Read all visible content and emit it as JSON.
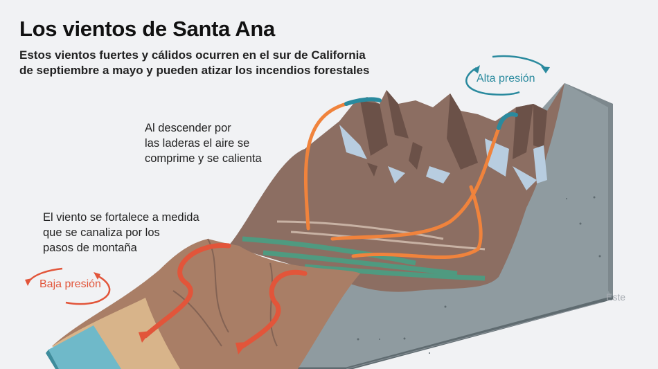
{
  "header": {
    "title": "Los vientos de Santa Ana",
    "subtitle_line1": "Estos vientos fuertes y cálidos ocurren en el sur de California",
    "subtitle_line2": "de septiembre a mayo y pueden atizar los incendios forestales"
  },
  "annotations": {
    "descent": {
      "line1": "Al descender por",
      "line2": "las laderas el aire se",
      "line3": "comprime y se calienta"
    },
    "canalize": {
      "line1": "El viento se fortalece a medida",
      "line2": "que se canaliza por los",
      "line3": "pasos de montaña"
    }
  },
  "pressure": {
    "high": {
      "label": "Alta presión",
      "color": "#2a8a9e"
    },
    "low": {
      "label": "Baja presión",
      "color": "#e2553a"
    }
  },
  "direction": {
    "label": "Este"
  },
  "colors": {
    "background": "#f1f2f4",
    "mountain_brown": "#8c6e62",
    "mountain_dark": "#6b5148",
    "foothill_brown": "#a97e66",
    "sand": "#d8b48a",
    "valley_green": "#4f9a80",
    "slab_gray": "#8f9ba0",
    "slab_edge": "#5f6b70",
    "ocean": "#6fb9c9",
    "snow": "#b8cde0",
    "wind_warm": "#f0833c",
    "wind_hot": "#e2553a",
    "wind_cool": "#2a8a9e"
  }
}
